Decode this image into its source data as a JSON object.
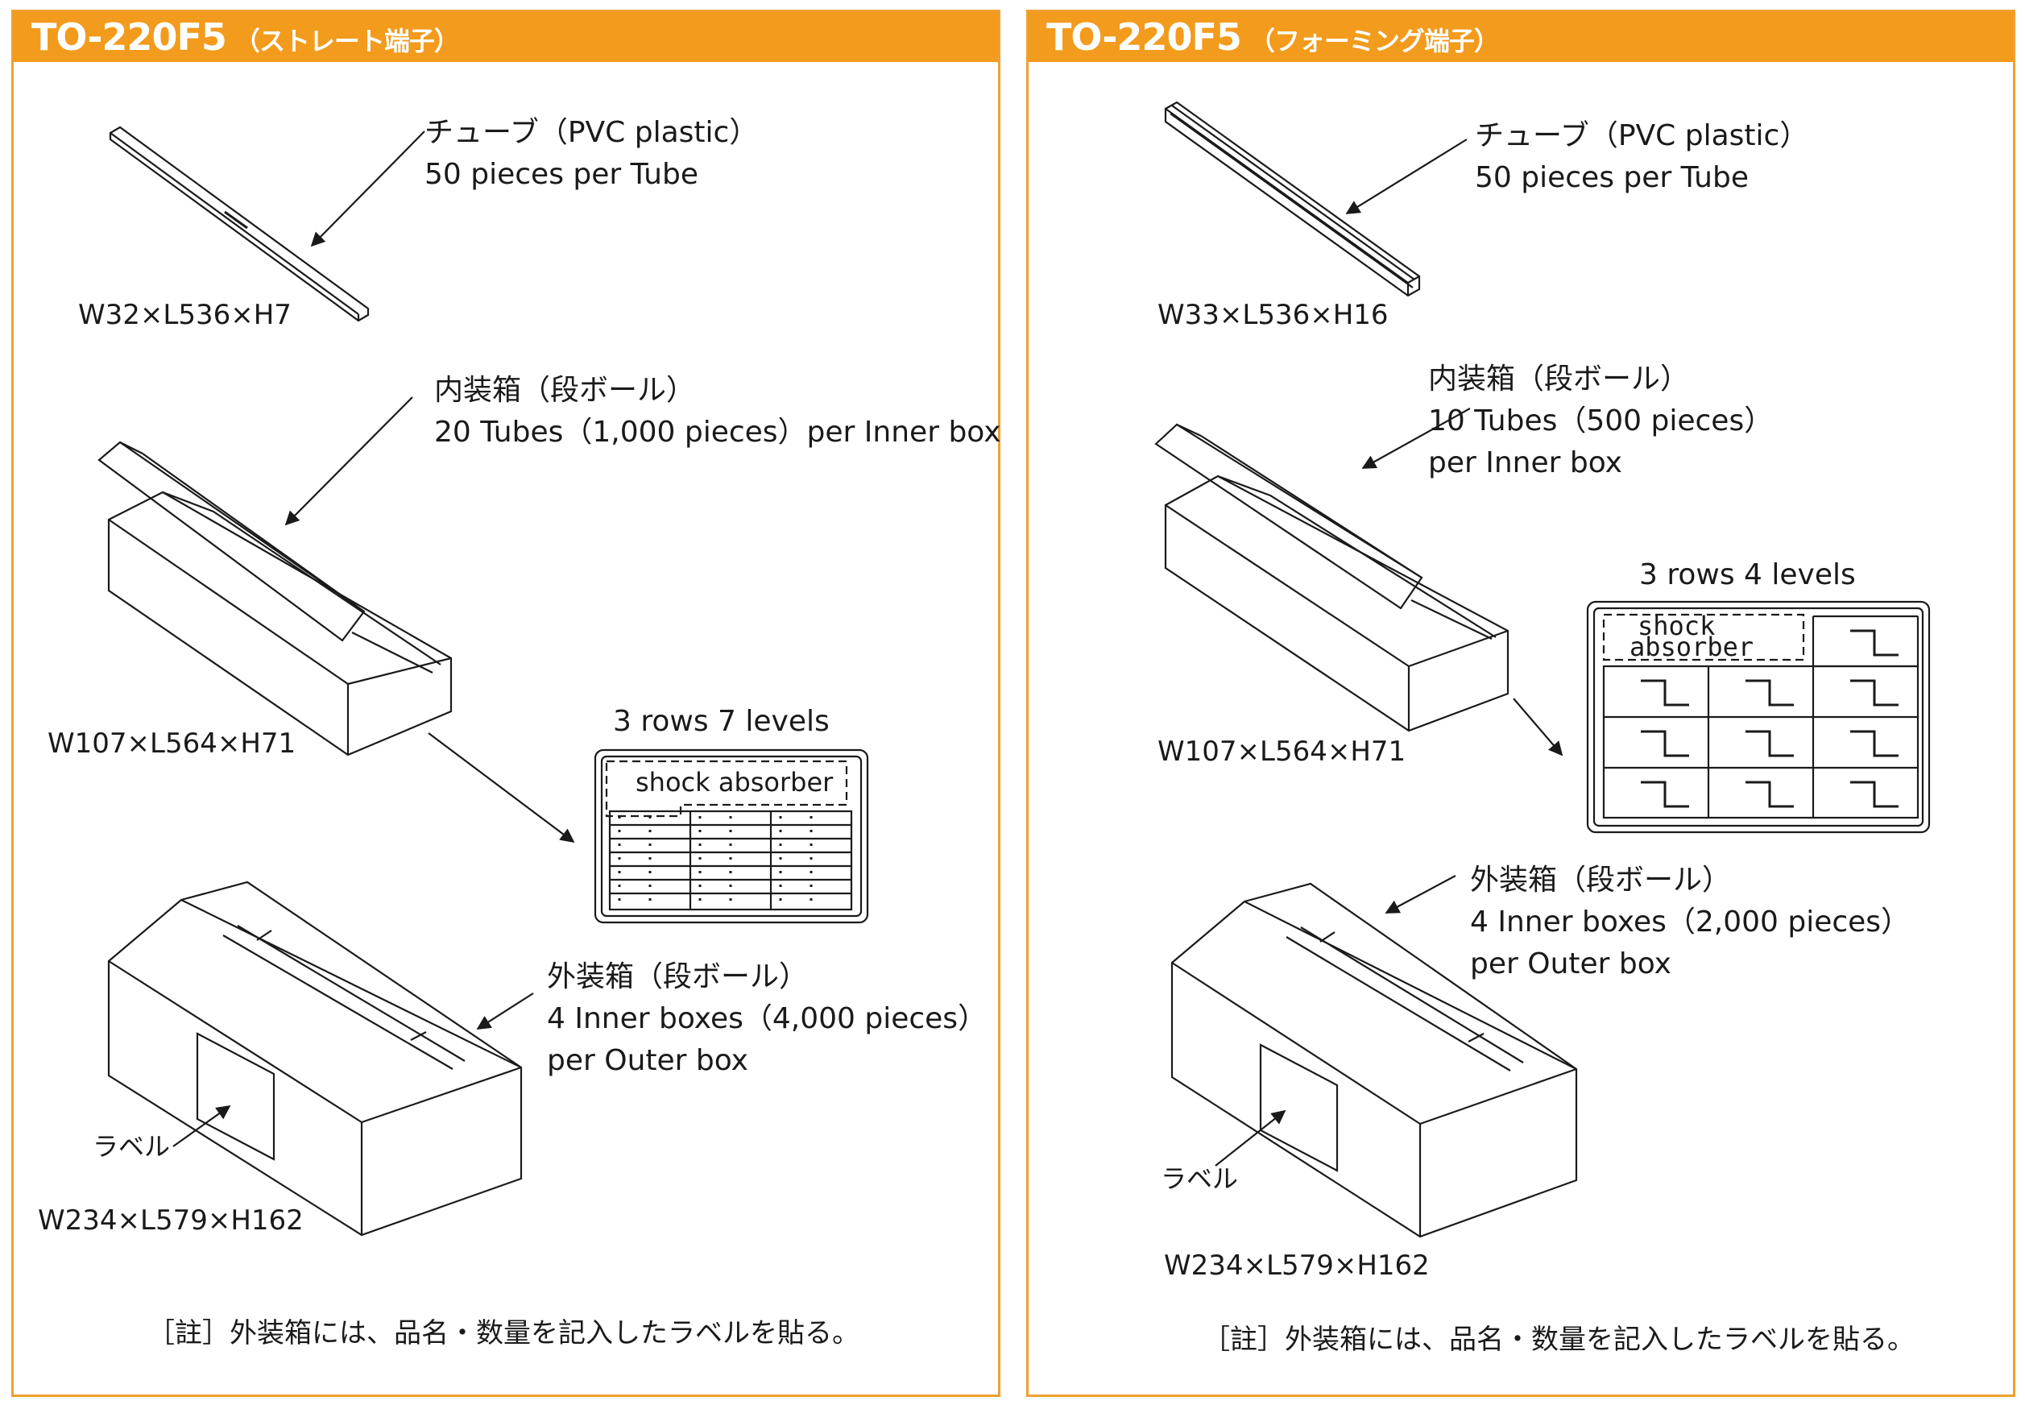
{
  "left": {
    "title": "TO-220F5",
    "subtitle": "（ストレート端子）",
    "tube": {
      "label_1": "チューブ（PVC plastic）",
      "label_2": "50 pieces per Tube",
      "dims": "W32×L536×H7"
    },
    "inner_box": {
      "label_1": "内装箱（段ボール）",
      "label_2": "20 Tubes（1,000 pieces）per Inner box",
      "dims": "W107×L564×H71"
    },
    "layout": {
      "title": "3 rows 7 levels",
      "shock": "shock absorber"
    },
    "outer_box": {
      "label_1": "外装箱（段ボール）",
      "label_2": "4 Inner boxes（4,000 pieces）",
      "label_3": "per Outer box",
      "label_tag": "ラベル",
      "dims": "W234×L579×H162"
    },
    "note": "［註］外装箱には、品名・数量を記入したラベルを貼る。"
  },
  "right": {
    "title": "TO-220F5",
    "subtitle": "（フォーミング端子）",
    "tube": {
      "label_1": "チューブ（PVC plastic）",
      "label_2": "50 pieces per Tube",
      "dims": "W33×L536×H16"
    },
    "inner_box": {
      "label_1": "内装箱（段ボール）",
      "label_2": "10 Tubes（500 pieces）",
      "label_3": "per Inner box",
      "dims": "W107×L564×H71"
    },
    "layout": {
      "title": "3 rows 4 levels",
      "shock_1": "shock",
      "shock_2": "absorber"
    },
    "outer_box": {
      "label_1": "外装箱（段ボール）",
      "label_2": "4 Inner boxes（2,000 pieces）",
      "label_3": "per Outer box",
      "label_tag": "ラベル",
      "dims": "W234×L579×H162"
    },
    "note": "［註］外装箱には、品名・数量を記入したラベルを貼る。"
  },
  "colors": {
    "accent": "#f29b1c",
    "border": "#f0a030",
    "line": "#1a1a1a"
  }
}
